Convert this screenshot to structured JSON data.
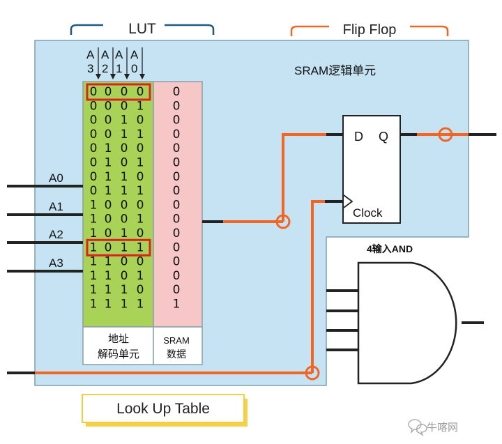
{
  "labels": {
    "lut": "LUT",
    "flipflop": "Flip Flop",
    "sram_cell": "SRAM逻辑单元",
    "and_gate": "4输入AND",
    "lookup_table": "Look Up Table",
    "watermark": "牛喀网",
    "address_col_line1": "地址",
    "address_col_line2": "解码单元",
    "sram_col_line1": "SRAM",
    "sram_col_line2": "数据",
    "ff_d": "D",
    "ff_q": "Q",
    "ff_clock": "Clock"
  },
  "inputs": [
    "A0",
    "A1",
    "A2",
    "A3"
  ],
  "address_headers": [
    {
      "letter": "A",
      "digit": "3"
    },
    {
      "letter": "A",
      "digit": "2"
    },
    {
      "letter": "A",
      "digit": "1"
    },
    {
      "letter": "A",
      "digit": "0"
    }
  ],
  "truth_table": [
    {
      "addr": [
        "0",
        "0",
        "0",
        "0"
      ],
      "sram": "0",
      "highlight": true
    },
    {
      "addr": [
        "0",
        "0",
        "0",
        "1"
      ],
      "sram": "0",
      "highlight": false
    },
    {
      "addr": [
        "0",
        "0",
        "1",
        "0"
      ],
      "sram": "0",
      "highlight": false
    },
    {
      "addr": [
        "0",
        "0",
        "1",
        "1"
      ],
      "sram": "0",
      "highlight": false
    },
    {
      "addr": [
        "0",
        "1",
        "0",
        "0"
      ],
      "sram": "0",
      "highlight": false
    },
    {
      "addr": [
        "0",
        "1",
        "0",
        "1"
      ],
      "sram": "0",
      "highlight": false
    },
    {
      "addr": [
        "0",
        "1",
        "1",
        "0"
      ],
      "sram": "0",
      "highlight": false
    },
    {
      "addr": [
        "0",
        "1",
        "1",
        "1"
      ],
      "sram": "0",
      "highlight": false
    },
    {
      "addr": [
        "1",
        "0",
        "0",
        "0"
      ],
      "sram": "0",
      "highlight": false
    },
    {
      "addr": [
        "1",
        "0",
        "0",
        "1"
      ],
      "sram": "0",
      "highlight": false
    },
    {
      "addr": [
        "1",
        "0",
        "1",
        "0"
      ],
      "sram": "0",
      "highlight": false
    },
    {
      "addr": [
        "1",
        "0",
        "1",
        "1"
      ],
      "sram": "0",
      "highlight": true
    },
    {
      "addr": [
        "1",
        "1",
        "0",
        "0"
      ],
      "sram": "0",
      "highlight": false
    },
    {
      "addr": [
        "1",
        "1",
        "0",
        "1"
      ],
      "sram": "0",
      "highlight": false
    },
    {
      "addr": [
        "1",
        "1",
        "1",
        "0"
      ],
      "sram": "0",
      "highlight": false
    },
    {
      "addr": [
        "1",
        "1",
        "1",
        "1"
      ],
      "sram": "1",
      "highlight": false
    }
  ],
  "colors": {
    "panel": "#c6e3f4",
    "panel_border": "#7f9fb2",
    "lut_green": "#a9d356",
    "sram_pink": "#f7c7c7",
    "highlight": "#e02020",
    "wire_orange": "#f26522",
    "bracket_blue": "#1f5a82",
    "lookup_border": "#f5cf3a"
  }
}
